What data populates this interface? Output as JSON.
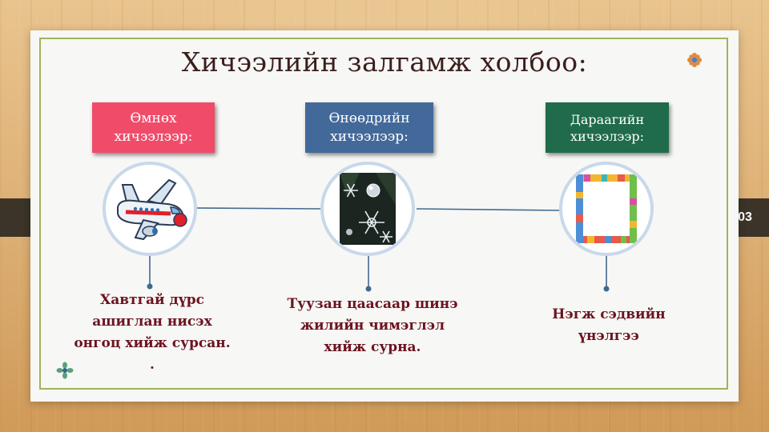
{
  "slide": {
    "title": "Хичээлийн залгамж холбоо:",
    "page_number": "03"
  },
  "columns": [
    {
      "label": "Өмнөх хичээлээр:",
      "label_color": "#f04c6a",
      "image": "airplane-icon",
      "description_lines": [
        "Хавтгай дүрс",
        "ашиглан нисэх",
        "онгоц хийж сурсан.",
        "."
      ]
    },
    {
      "label": "Өнөөдрийн хичээлээр:",
      "label_color": "#43699a",
      "image": "snowflake-ornaments-photo",
      "description_lines": [
        "Туузан цаасаар шинэ",
        "жилийн чимэглэл",
        "хийж сурна."
      ]
    },
    {
      "label": "Дараагийн хичээлээр:",
      "label_color": "#1f6b4a",
      "image": "school-supplies-frame",
      "description_lines": [
        "Нэгж сэдвийн",
        "үнэлгээ"
      ]
    }
  ],
  "colors": {
    "accent_green": "#9db55a",
    "text_dark_red": "#6b1420",
    "connector": "#3f6a8f"
  }
}
